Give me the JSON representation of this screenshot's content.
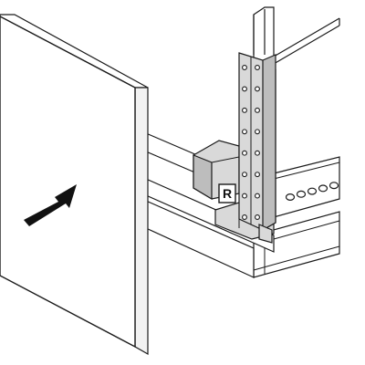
{
  "diagram": {
    "side_marker": "R",
    "colors": {
      "outline": "#1a1a1a",
      "panel_fill": "#ffffff",
      "panel_side": "#f2f2f2",
      "bracket_fill": "#d9d9d9",
      "bracket_shadow": "#bdbdbd",
      "hole_fill": "#ffffff",
      "arrow_fill": "#111111"
    },
    "icons": [
      "arrow-right-icon"
    ],
    "slot_count": 5,
    "bracket_hole_count": 16
  }
}
